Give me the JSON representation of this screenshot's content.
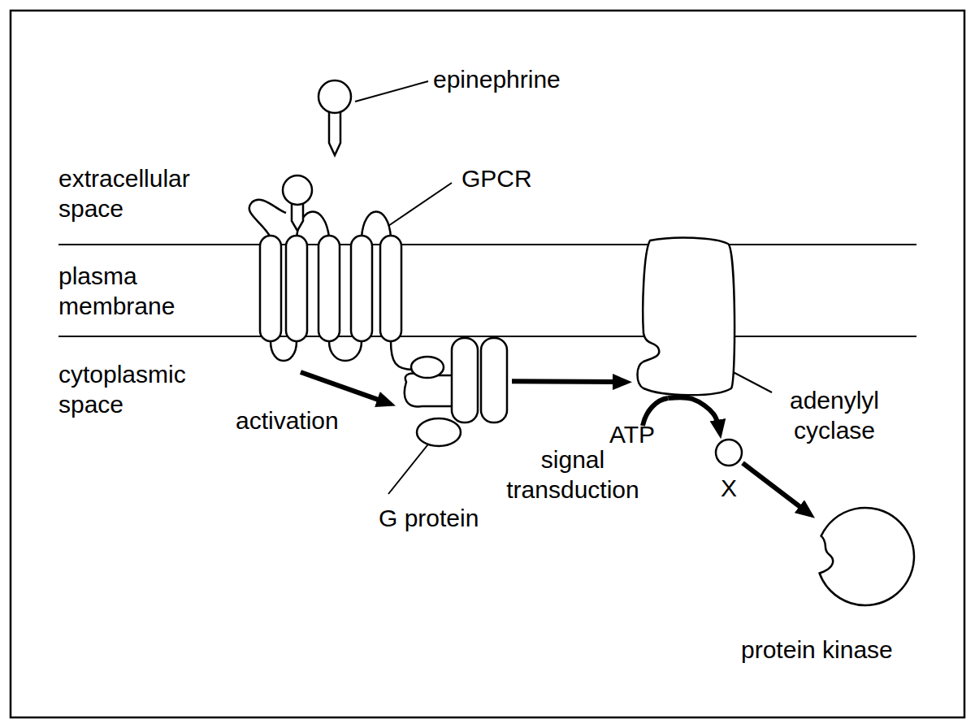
{
  "diagram": {
    "nodes": [
      {
        "text": [
          "epinephrine"
        ]
      },
      {
        "text": [
          "GPCR"
        ]
      },
      {
        "text": [
          "G protein"
        ]
      },
      {
        "text": [
          "adenylyl cyclase"
        ]
      },
      {
        "text": [
          "X"
        ]
      },
      {
        "text": [
          "protein kinase"
        ]
      }
    ],
    "edges": [
      {
        "from": 1,
        "to": 2,
        "arrow": "to",
        "label": "activation"
      },
      {
        "from": 2,
        "to": 3,
        "arrow": "to",
        "label": "signal transduction"
      },
      {
        "from": 3,
        "to": 4,
        "arrow": "to",
        "label": "ATP"
      },
      {
        "from": 4,
        "to": 5,
        "arrow": "to"
      }
    ],
    "labels": [
      "extracellular space",
      "plasma membrane",
      "cytoplasmic space"
    ]
  }
}
